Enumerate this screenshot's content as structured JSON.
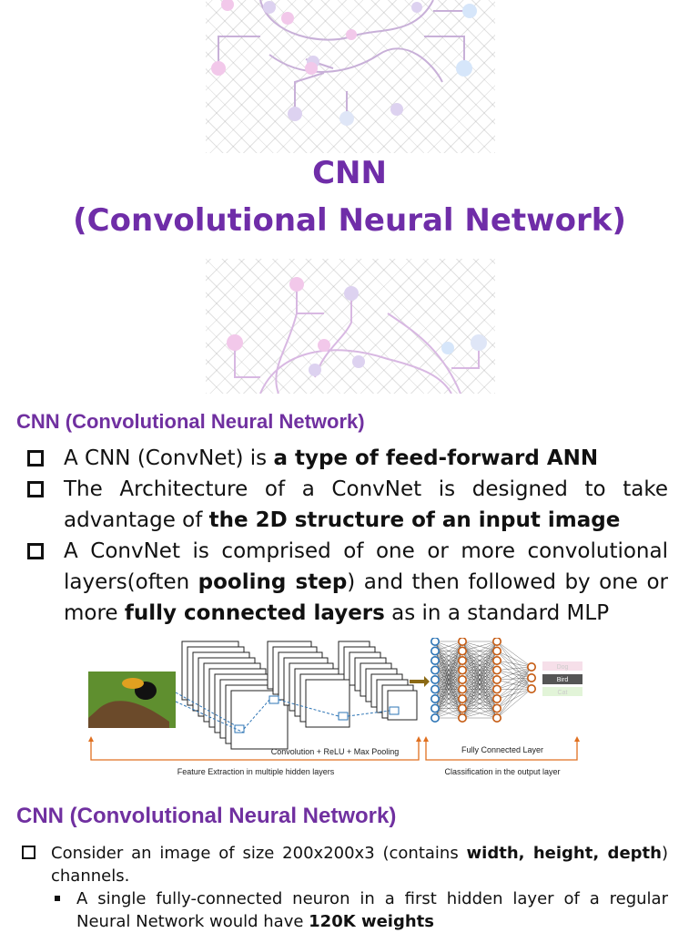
{
  "slide1": {
    "title_line1": "CNN",
    "title_line2": "(Convolutional Neural Network)"
  },
  "slide2": {
    "heading": "CNN (Convolutional Neural Network)",
    "bullets": [
      {
        "pre": "A CNN (ConvNet) is ",
        "bold": "a type of feed-forward ANN",
        "post": ""
      },
      {
        "pre": "The Architecture of a ConvNet is designed to take advantage of ",
        "bold": "the 2D structure of an input image",
        "post": ""
      },
      {
        "pre": "A ConvNet is comprised of one or more convolutional layers(often ",
        "bold": "pooling step",
        "mid": ") and then followed by one or more ",
        "bold2": "fully connected layers",
        "post": " as in a standard MLP"
      }
    ],
    "diagram": {
      "conv_label": "Convolution + ReLU + Max Pooling",
      "fc_label": "Fully Connected Layer",
      "feature_label": "Feature Extraction in multiple hidden layers",
      "class_label": "Classification in the output layer",
      "outputs": [
        "Dog",
        "Bird",
        "Cat"
      ]
    }
  },
  "slide3": {
    "heading": "CNN (Convolutional Neural Network)",
    "bullet": {
      "pre": "Consider an image of size 200x200x3 (contains ",
      "bold": "width, height, depth",
      "post": ") channels."
    },
    "sub": {
      "pre": "A single fully-connected neuron in a first hidden layer of a regular Neural Network would have ",
      "bold": "120K weights"
    }
  },
  "colors": {
    "title": "#6f2da8",
    "heading": "#7030a0",
    "neuron": "#2e75b6",
    "neuron2": "#c55a11"
  }
}
